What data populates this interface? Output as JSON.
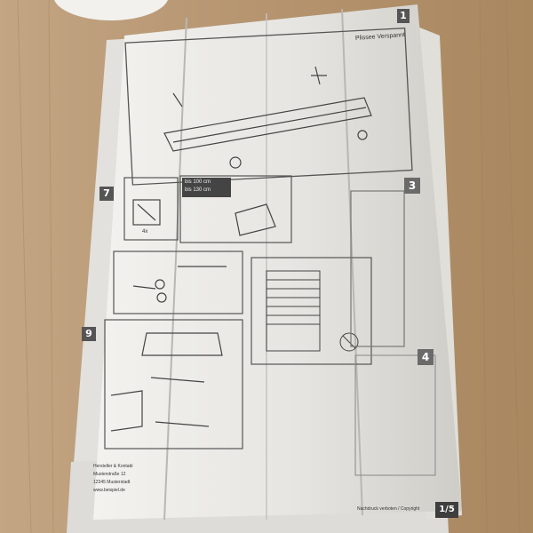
{
  "sheet": {
    "title": "Plissee Verspannt",
    "step_numbers": [
      "1",
      "3",
      "4",
      "7",
      "9"
    ],
    "page_indicator": "1/5",
    "dimension_labels": [
      "bis 100 cm",
      "bis 130 cm"
    ],
    "quantity_label": "4x",
    "address_lines": [
      "Hersteller & Kontakt",
      "Musterstraße 12",
      "12345 Musterstadt",
      "www.beispiel.de"
    ],
    "footer_note": "Nachdruck verboten / Copyright"
  },
  "colors": {
    "table": "#b89a77",
    "paper": "#ecebe8",
    "paper_shadow": "#c9c7c2",
    "ink": "#444444",
    "badge": "#555555"
  }
}
